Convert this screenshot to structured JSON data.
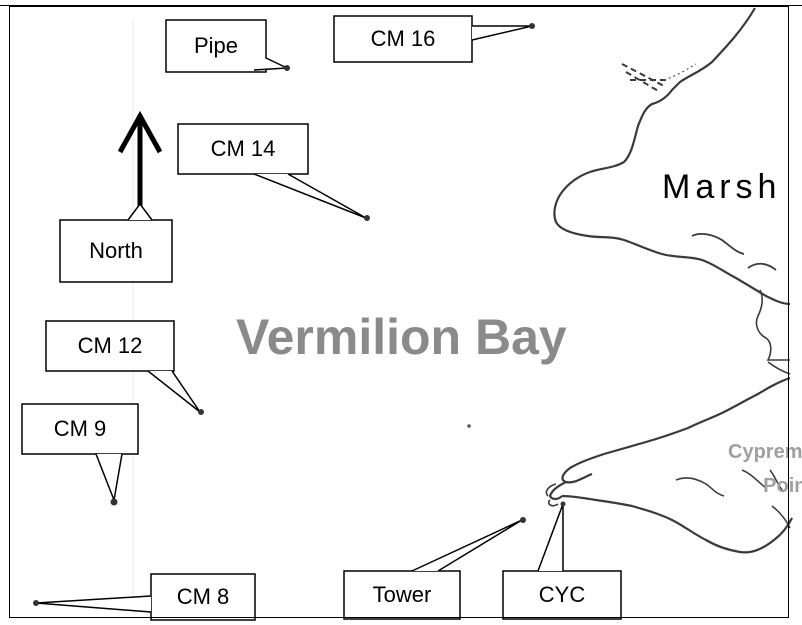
{
  "map": {
    "water_label": "Vermilion Bay",
    "land_label": "Marsh",
    "point_label_line1": "Cypremort",
    "point_label_line2": "Point",
    "north_label": "North",
    "stations": {
      "pipe": "Pipe",
      "cm16": "CM 16",
      "cm14": "CM 14",
      "cm12": "CM 12",
      "cm9": "CM 9",
      "cm8": "CM 8",
      "tower": "Tower",
      "cyc": "CYC"
    },
    "colors": {
      "coastline": "#3a3a3a",
      "water_label": "#8a8a8a",
      "point_label": "#a0a0a0",
      "marker": "#333333"
    }
  }
}
